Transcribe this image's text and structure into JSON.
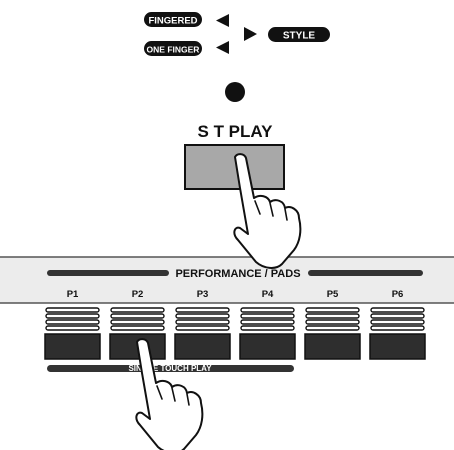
{
  "chord_modes": {
    "fingered_label": "FINGERED",
    "one_finger_label": "ONE FINGER",
    "style_label": "STYLE"
  },
  "st_play": {
    "label": "S T PLAY"
  },
  "panel": {
    "title": "PERFORMANCE / PADS",
    "pads": [
      {
        "label": "P1"
      },
      {
        "label": "P2"
      },
      {
        "label": "P3"
      },
      {
        "label": "P4"
      },
      {
        "label": "P5"
      },
      {
        "label": "P6"
      }
    ],
    "single_touch_label": "SINGLE TOUCH PLAY"
  },
  "colors": {
    "panel_fill": "#ececec",
    "st_button_fill": "#a8a8a8",
    "pad_fill": "#2e2e2e",
    "ink": "#111111"
  },
  "icons": [
    "led-indicator-icon",
    "arrow-left-icon",
    "arrow-right-icon",
    "pointing-hand-icon"
  ]
}
